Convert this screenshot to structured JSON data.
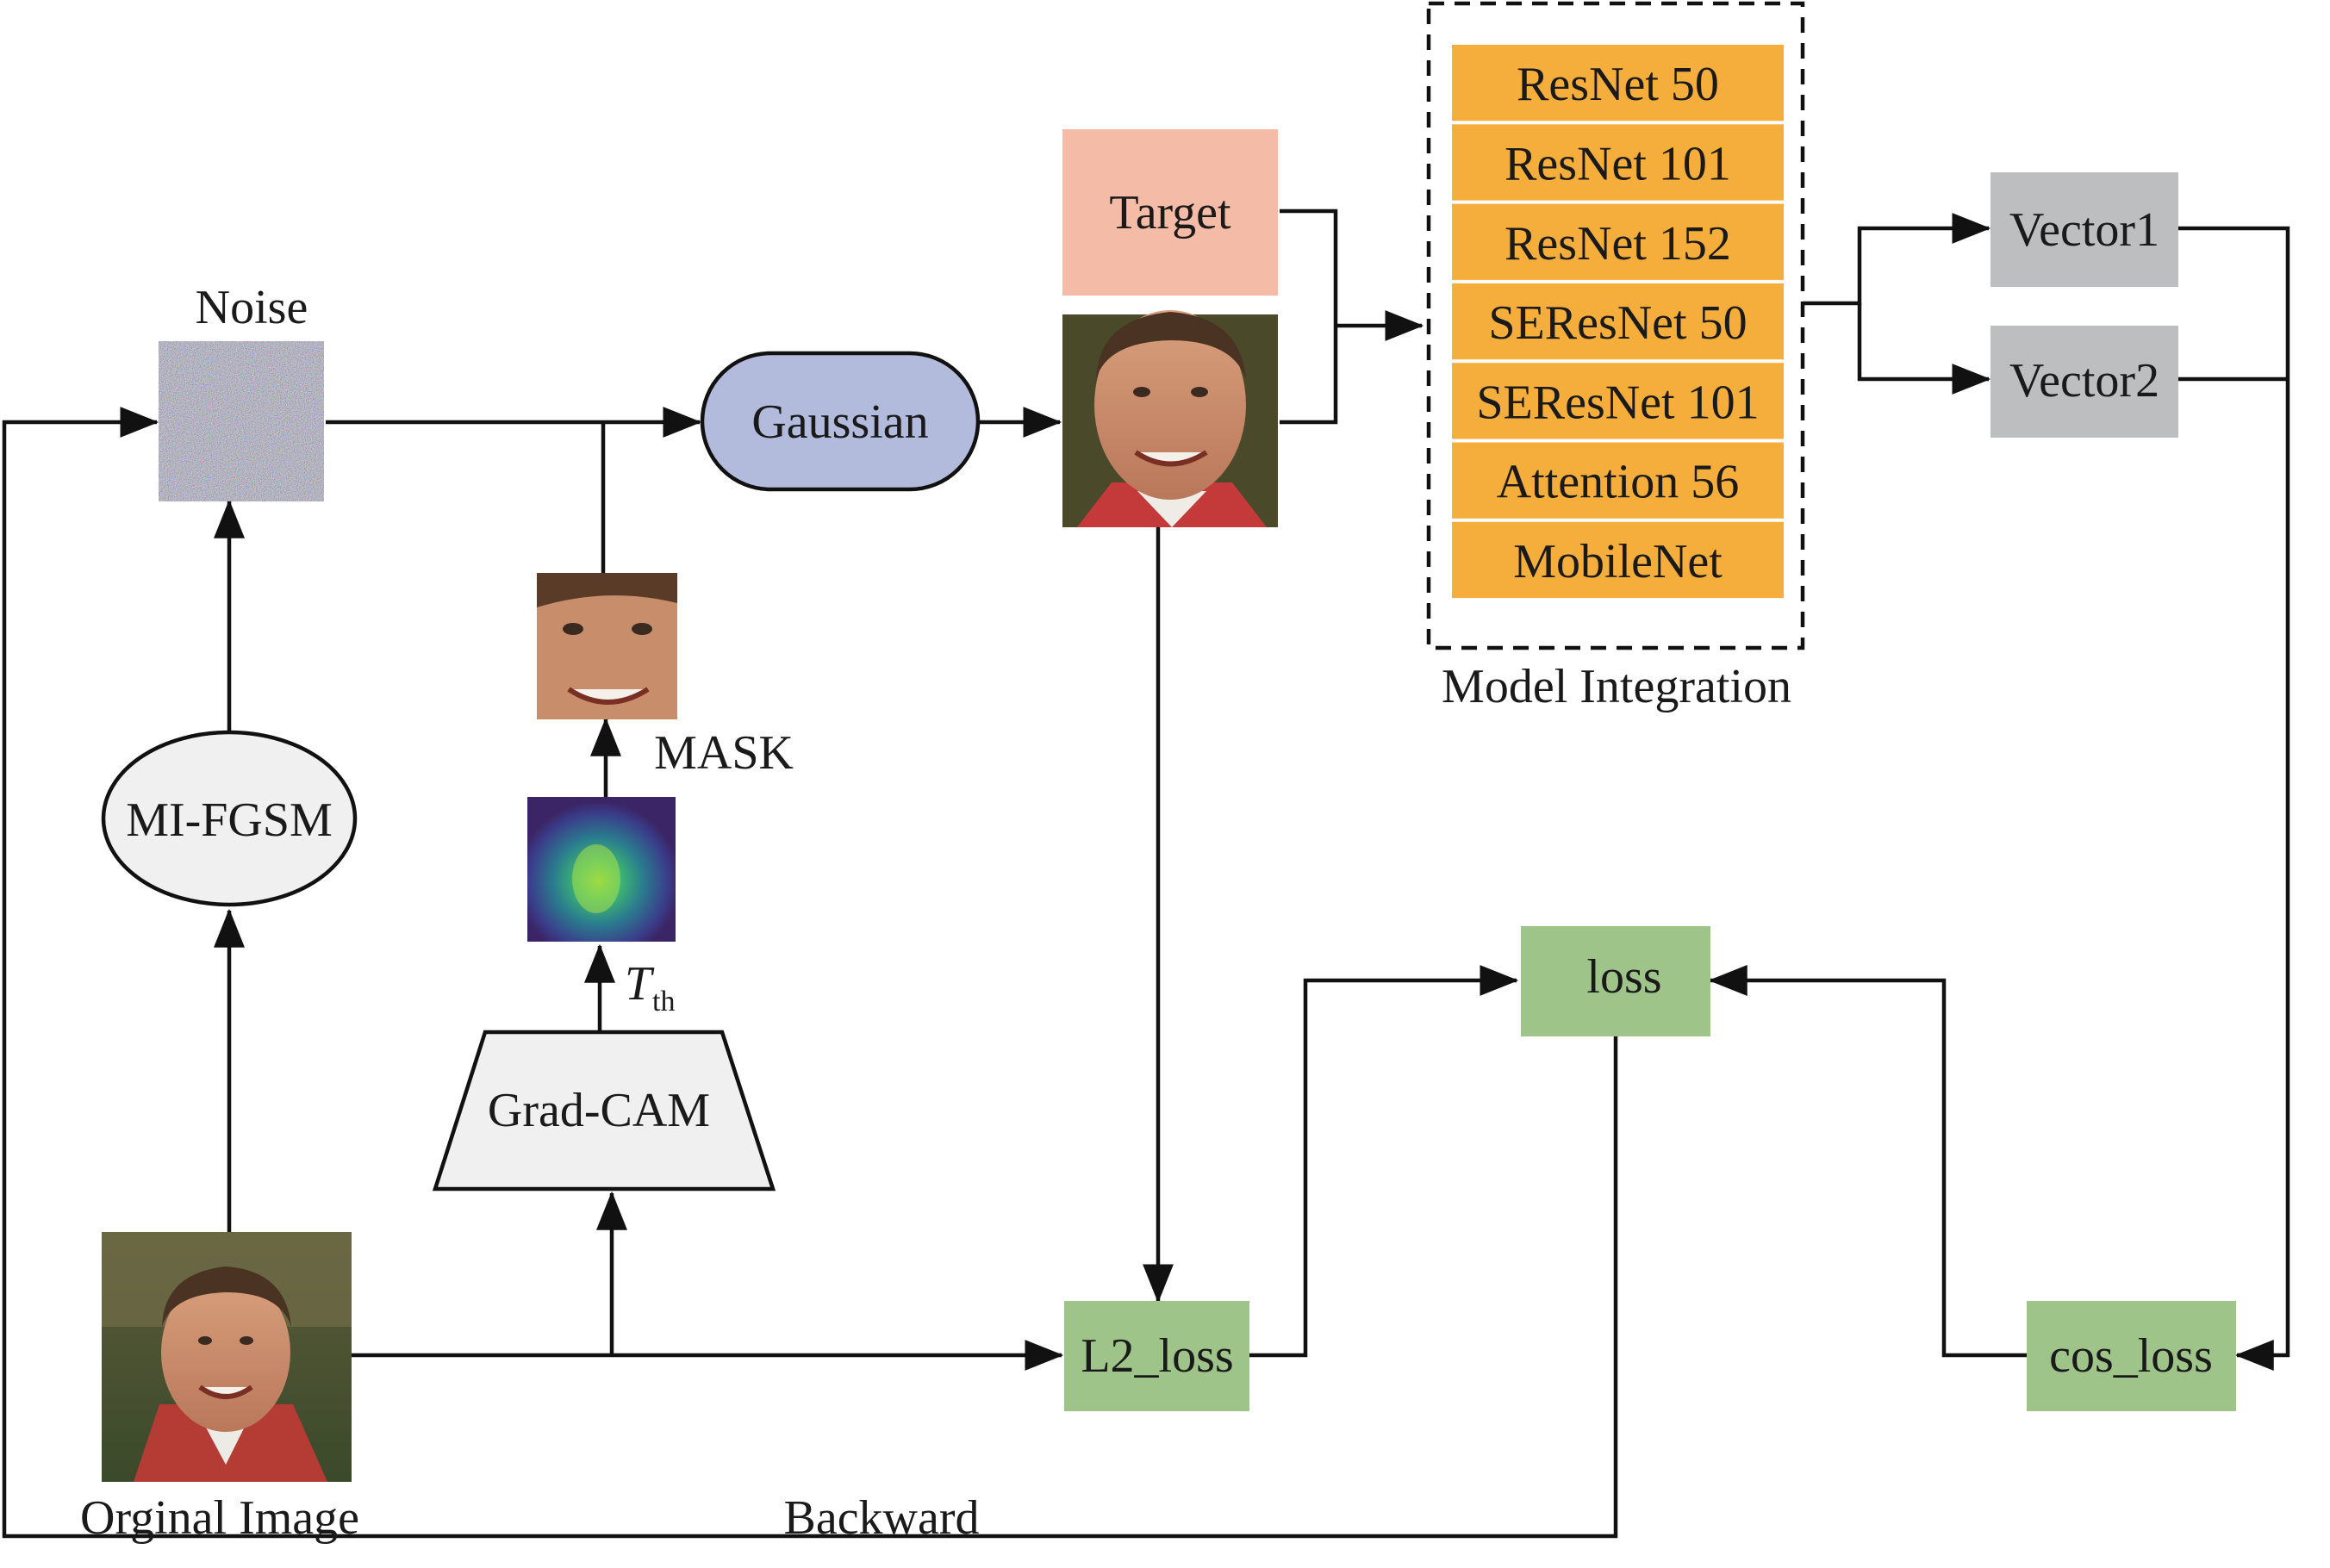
{
  "nodes": {
    "noise": {
      "label": "Noise"
    },
    "mi_fgsm": {
      "label": "MI-FGSM"
    },
    "gaussian": {
      "label": "Gaussian"
    },
    "target": {
      "label": "Target"
    },
    "grad_cam": {
      "label": "Grad-CAM"
    },
    "mask": {
      "label": "MASK"
    },
    "threshold": {
      "symbol": "T",
      "subscript": "th"
    },
    "original_image": {
      "label": "Orginal Image"
    },
    "l2_loss": {
      "label": "L2_loss"
    },
    "loss": {
      "label": "loss"
    },
    "cos_loss": {
      "label": "cos_loss"
    },
    "vector1": {
      "label": "Vector1"
    },
    "vector2": {
      "label": "Vector2"
    },
    "backward": {
      "label": "Backward"
    }
  },
  "model_integration": {
    "title": "Model Integration",
    "models": [
      "ResNet 50",
      "ResNet 101",
      "ResNet 152",
      "SEResNet 50",
      "SEResNet 101",
      "Attention 56",
      "MobileNet"
    ]
  },
  "colors": {
    "target_fill": "#f4bba6",
    "model_fill": "#f5ae3b",
    "gaussian_fill": "#b3bbdd",
    "loss_fill": "#9fc48a",
    "vector_fill": "#bcbec0",
    "shape_fill": "#f0f0f0"
  },
  "icons": [
    "noise-image",
    "face-photo",
    "heatmap-image",
    "masked-face-photo",
    "arrow-head"
  ]
}
